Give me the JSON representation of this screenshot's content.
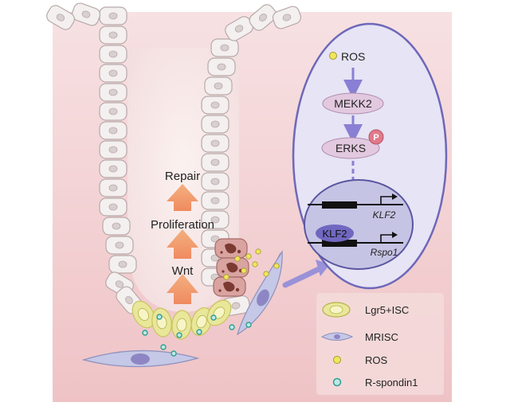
{
  "crypt_labels": {
    "repair": "Repair",
    "proliferation": "Proliferation",
    "wnt": "Wnt"
  },
  "pathway": {
    "ros": "ROS",
    "mekk2": "MEKK2",
    "erks": "ERKS",
    "phospho": "P",
    "klf2_gene": "KLF2",
    "klf2_protein": "KLF2",
    "rspo1_gene": "Rspo1"
  },
  "legend": [
    {
      "key": "lgr5",
      "label": "Lgr5+ISC"
    },
    {
      "key": "mrisc",
      "label": "MRISC"
    },
    {
      "key": "ros",
      "label": "ROS"
    },
    {
      "key": "rspondin",
      "label": "R-spondin1"
    }
  ],
  "colors": {
    "background_top": "#f7e1e3",
    "background_bottom": "#efc3c6",
    "epithelium_cell": "#f3f0ef",
    "epithelium_stroke": "#b9a9a9",
    "stem_cell": "#e8e79a",
    "stem_stroke": "#c9c45c",
    "mrisc": "#c5c8e6",
    "arrow_orange": "#f08a60",
    "pathway_purple": "#8a7fd4",
    "node_fill": "#e2c9df",
    "ros_dot": "#f1e65a",
    "rspondin_dot": "#33b3a6",
    "panel_fill": "#e6e4f5",
    "phospho_fill": "#e07a8a"
  },
  "icons": [
    "phosphate-icon",
    "transcription-start-arrow-icon"
  ]
}
